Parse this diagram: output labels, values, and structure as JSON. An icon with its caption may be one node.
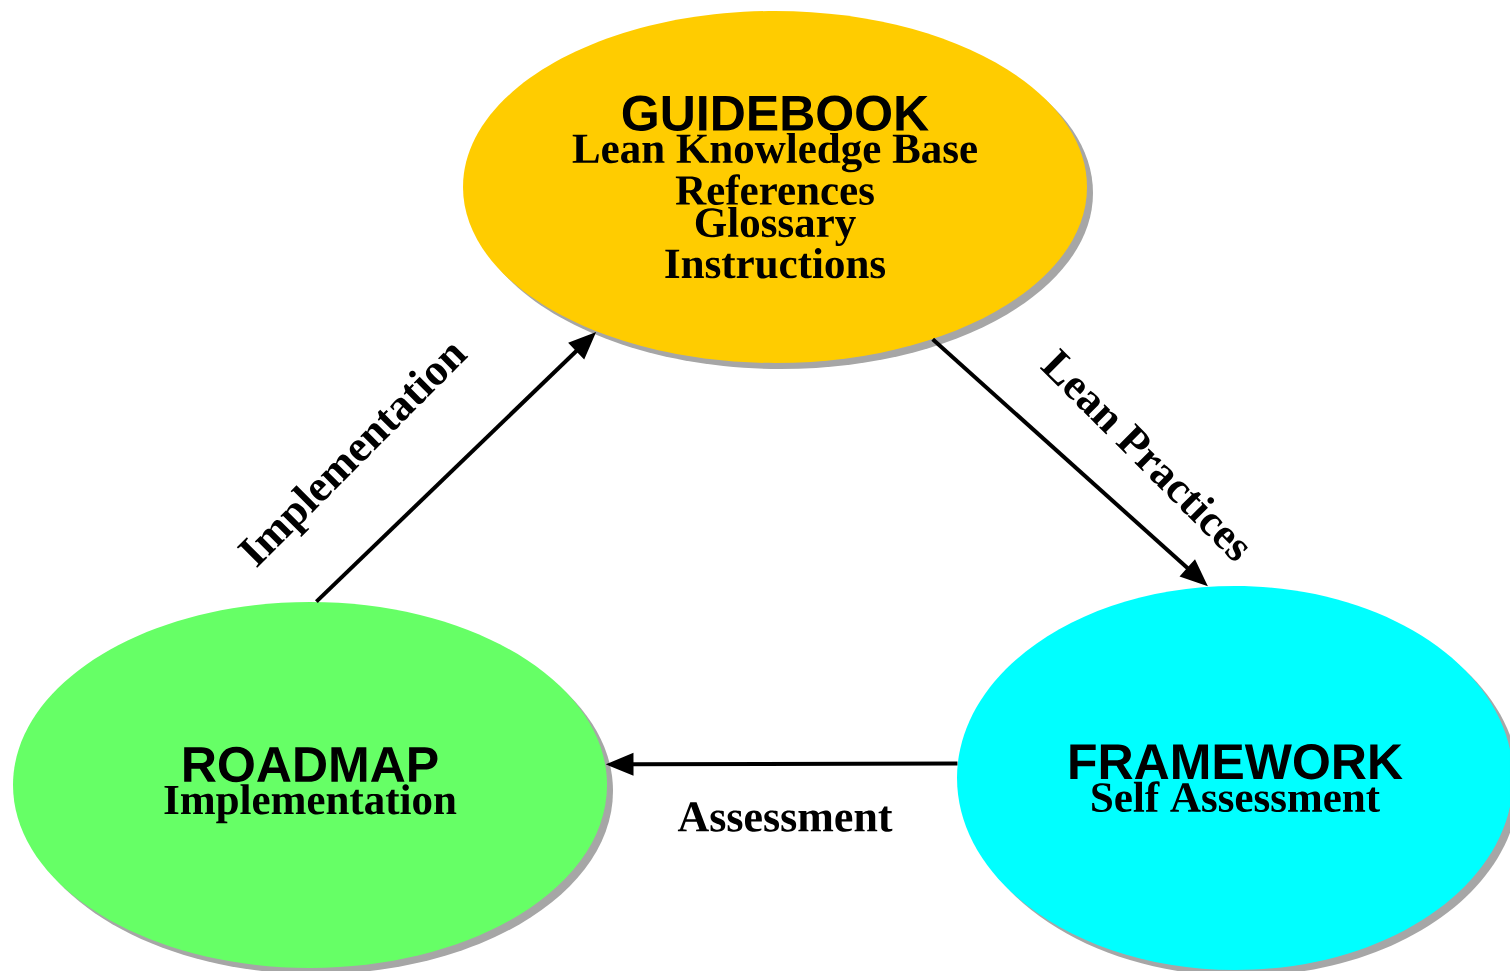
{
  "diagram": {
    "nodes": [
      {
        "text": [
          "GUIDEBOOK",
          "Lean Knowledge Base",
          "References",
          "Glossary",
          "Instructions"
        ]
      },
      {
        "text": [
          "ROADMAP",
          "Implementation"
        ]
      },
      {
        "text": [
          "FRAMEWORK",
          "Self Assessment"
        ]
      }
    ],
    "edges": [
      {
        "from": 1,
        "to": 0,
        "arrow": "to",
        "label": "Implementation"
      },
      {
        "from": 0,
        "to": 2,
        "arrow": "to",
        "label": "Lean  Practices"
      },
      {
        "from": 2,
        "to": 1,
        "arrow": "to",
        "label": "Assessment"
      }
    ]
  }
}
